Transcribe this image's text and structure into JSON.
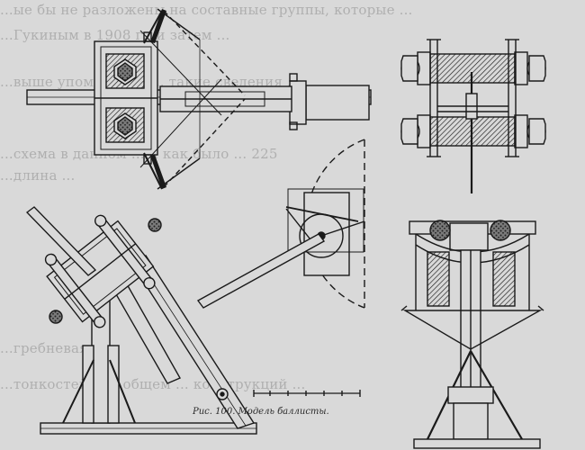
{
  "figure": {
    "caption": "Рис. 100. Модель баллисты."
  },
  "bleed_through": [
    "...ые бы не разложены на составные группы, которые ...",
    "...Гукиным в 1908 г., и затем ...",
    "...выше упомянутые ... такие сведения ...",
    "...схема в данном ... и как было ... 225",
    "...длина ...",
    "...гребневая ...",
    "...тонкостей ... в общем ... конструкций ..."
  ],
  "colors": {
    "paper": "#d9d9d9",
    "ink": "#1a1a1a"
  }
}
